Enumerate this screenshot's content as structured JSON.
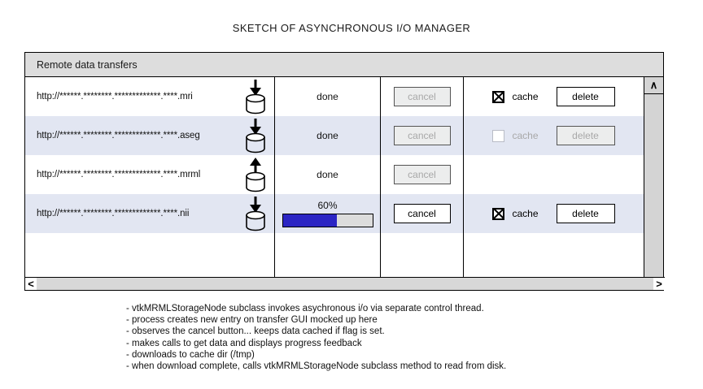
{
  "title": "SKETCH OF ASYNCHRONOUS I/O MANAGER",
  "panel": {
    "header_label": "Remote data transfers"
  },
  "colors": {
    "progress_fill": "#2b25c4",
    "progress_track": "#dcdcdc",
    "row_alt_background": "#e2e6f2",
    "header_background": "#dddddd",
    "scrollbar_track": "#d4d4d4",
    "disabled_text": "#a8a8a8"
  },
  "rows": [
    {
      "url": "http://******.********.*************.****.mri",
      "direction_icon": "download-arrow-database-icon",
      "status": "done",
      "cancel_label": "cancel",
      "cancel_enabled": false,
      "has_cache_controls": true,
      "cache_checked": true,
      "cache_label": "cache",
      "delete_label": "delete",
      "delete_enabled": true
    },
    {
      "url": "http://******.********.*************.****.aseg",
      "direction_icon": "download-arrow-database-icon",
      "status": "done",
      "cancel_label": "cancel",
      "cancel_enabled": false,
      "has_cache_controls": true,
      "cache_checked": false,
      "cache_label": "cache",
      "delete_label": "delete",
      "delete_enabled": false
    },
    {
      "url": "http://******.********.*************.****.mrml",
      "direction_icon": "upload-arrow-database-icon",
      "status": "done",
      "cancel_label": "cancel",
      "cancel_enabled": false,
      "has_cache_controls": false,
      "cache_checked": false,
      "cache_label": "",
      "delete_label": "",
      "delete_enabled": false
    },
    {
      "url": "http://******.********.*************.****.nii",
      "direction_icon": "download-arrow-database-icon",
      "status": "",
      "progress_percent": "60%",
      "progress_value": 60,
      "cancel_label": "cancel",
      "cancel_enabled": true,
      "has_cache_controls": true,
      "cache_checked": true,
      "cache_label": "cache",
      "delete_label": "delete",
      "delete_enabled": true
    }
  ],
  "scrollbars": {
    "vertical_up_glyph": "∧",
    "horizontal_left_glyph": "<",
    "horizontal_right_glyph": ">"
  },
  "notes": [
    "- vtkMRMLStorageNode subclass invokes asychronous i/o via separate control thread.",
    "- process creates new entry on transfer GUI mocked up here",
    "- observes the cancel button... keeps data cached if flag is set.",
    "- makes calls to get data and displays progress feedback",
    "- downloads to cache dir (/tmp)",
    "- when download complete, calls vtkMRMLStorageNode subclass method to read from disk."
  ]
}
